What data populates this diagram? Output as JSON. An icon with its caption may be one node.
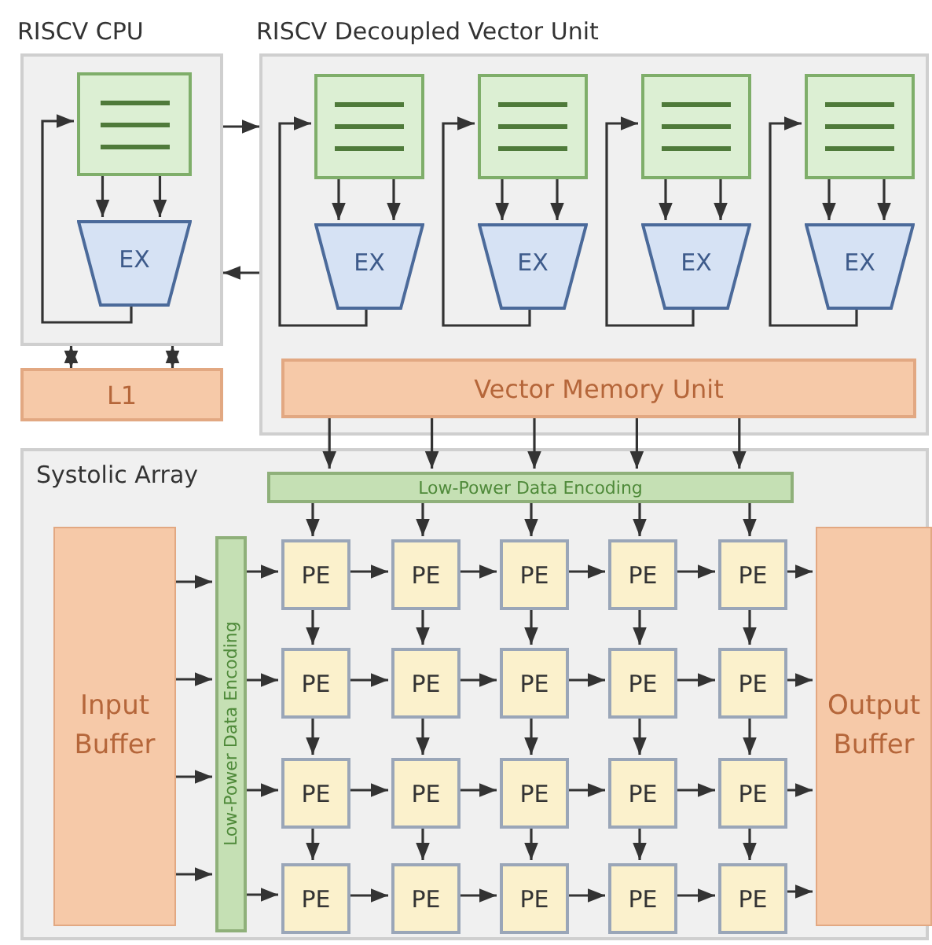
{
  "diagram": {
    "nodes": [
      {
        "text": [
          "RISCV CPU"
        ]
      },
      {
        "text": [],
        "shape": "box",
        "in": 0
      },
      {
        "text": [
          "EX"
        ],
        "in": 0
      },
      {
        "text": [
          "L1"
        ]
      },
      {
        "text": [
          "RISCV Decoupled Vector Unit"
        ]
      },
      {
        "text": [],
        "shape": "box",
        "in": 4
      },
      {
        "text": [
          "EX"
        ],
        "in": 4
      },
      {
        "text": [],
        "shape": "box",
        "in": 4
      },
      {
        "text": [
          "EX"
        ],
        "in": 4
      },
      {
        "text": [],
        "shape": "box",
        "in": 4
      },
      {
        "text": [
          "EX"
        ],
        "in": 4
      },
      {
        "text": [],
        "shape": "box",
        "in": 4
      },
      {
        "text": [
          "EX"
        ],
        "in": 4
      },
      {
        "text": [
          "Vector Memory Unit"
        ],
        "in": 4
      },
      {
        "text": [
          "Systolic Array"
        ]
      },
      {
        "text": [
          "Low-Power Data Encoding"
        ],
        "in": 14
      },
      {
        "text": [
          "Input Buffer"
        ],
        "in": 14
      },
      {
        "text": [
          "Low-Power Data Encoding"
        ],
        "in": 14
      },
      {
        "text": [
          "PE"
        ],
        "in": 14
      },
      {
        "text": [
          "PE"
        ],
        "in": 14
      },
      {
        "text": [
          "PE"
        ],
        "in": 14
      },
      {
        "text": [
          "PE"
        ],
        "in": 14
      },
      {
        "text": [
          "PE"
        ],
        "in": 14
      },
      {
        "text": [
          "PE"
        ],
        "in": 14
      },
      {
        "text": [
          "PE"
        ],
        "in": 14
      },
      {
        "text": [
          "PE"
        ],
        "in": 14
      },
      {
        "text": [
          "PE"
        ],
        "in": 14
      },
      {
        "text": [
          "PE"
        ],
        "in": 14
      },
      {
        "text": [
          "PE"
        ],
        "in": 14
      },
      {
        "text": [
          "PE"
        ],
        "in": 14
      },
      {
        "text": [
          "PE"
        ],
        "in": 14
      },
      {
        "text": [
          "PE"
        ],
        "in": 14
      },
      {
        "text": [
          "PE"
        ],
        "in": 14
      },
      {
        "text": [
          "PE"
        ],
        "in": 14
      },
      {
        "text": [
          "PE"
        ],
        "in": 14
      },
      {
        "text": [
          "PE"
        ],
        "in": 14
      },
      {
        "text": [
          "PE"
        ],
        "in": 14
      },
      {
        "text": [
          "PE"
        ],
        "in": 14
      },
      {
        "text": [
          "Output Buffer"
        ],
        "in": 14
      }
    ],
    "edges": [
      {
        "from": 1,
        "to": 2,
        "arrow": "to"
      },
      {
        "from": 1,
        "to": 2,
        "arrow": "to"
      },
      {
        "from": 2,
        "to": 1,
        "arrow": "to"
      },
      {
        "from": 0,
        "to": 3,
        "arrow": "both"
      },
      {
        "from": 0,
        "to": 3,
        "arrow": "both"
      },
      {
        "from": 0,
        "to": 4,
        "arrow": "to"
      },
      {
        "from": 4,
        "to": 0,
        "arrow": "to"
      },
      {
        "from": 5,
        "to": 6,
        "arrow": "to"
      },
      {
        "from": 5,
        "to": 6,
        "arrow": "to"
      },
      {
        "from": 6,
        "to": 5,
        "arrow": "to"
      },
      {
        "from": 7,
        "to": 8,
        "arrow": "to"
      },
      {
        "from": 7,
        "to": 8,
        "arrow": "to"
      },
      {
        "from": 8,
        "to": 7,
        "arrow": "to"
      },
      {
        "from": 9,
        "to": 10,
        "arrow": "to"
      },
      {
        "from": 9,
        "to": 10,
        "arrow": "to"
      },
      {
        "from": 10,
        "to": 9,
        "arrow": "to"
      },
      {
        "from": 11,
        "to": 12,
        "arrow": "to"
      },
      {
        "from": 11,
        "to": 12,
        "arrow": "to"
      },
      {
        "from": 12,
        "to": 11,
        "arrow": "to"
      },
      {
        "from": 13,
        "to": 15,
        "arrow": "to"
      },
      {
        "from": 13,
        "to": 15,
        "arrow": "to"
      },
      {
        "from": 13,
        "to": 15,
        "arrow": "to"
      },
      {
        "from": 13,
        "to": 15,
        "arrow": "to"
      },
      {
        "from": 13,
        "to": 15,
        "arrow": "to"
      },
      {
        "from": 15,
        "to": 18,
        "arrow": "to"
      },
      {
        "from": 15,
        "to": 19,
        "arrow": "to"
      },
      {
        "from": 15,
        "to": 20,
        "arrow": "to"
      },
      {
        "from": 15,
        "to": 21,
        "arrow": "to"
      },
      {
        "from": 15,
        "to": 22,
        "arrow": "to"
      },
      {
        "from": 16,
        "to": 17,
        "arrow": "to"
      },
      {
        "from": 16,
        "to": 17,
        "arrow": "to"
      },
      {
        "from": 16,
        "to": 17,
        "arrow": "to"
      },
      {
        "from": 16,
        "to": 17,
        "arrow": "to"
      },
      {
        "from": 17,
        "to": 18,
        "arrow": "to"
      },
      {
        "from": 17,
        "to": 23,
        "arrow": "to"
      },
      {
        "from": 17,
        "to": 28,
        "arrow": "to"
      },
      {
        "from": 17,
        "to": 33,
        "arrow": "to"
      },
      {
        "from": 18,
        "to": 19,
        "arrow": "to"
      },
      {
        "from": 19,
        "to": 20,
        "arrow": "to"
      },
      {
        "from": 20,
        "to": 21,
        "arrow": "to"
      },
      {
        "from": 21,
        "to": 22,
        "arrow": "to"
      },
      {
        "from": 23,
        "to": 24,
        "arrow": "to"
      },
      {
        "from": 24,
        "to": 25,
        "arrow": "to"
      },
      {
        "from": 25,
        "to": 26,
        "arrow": "to"
      },
      {
        "from": 26,
        "to": 27,
        "arrow": "to"
      },
      {
        "from": 28,
        "to": 29,
        "arrow": "to"
      },
      {
        "from": 29,
        "to": 30,
        "arrow": "to"
      },
      {
        "from": 30,
        "to": 31,
        "arrow": "to"
      },
      {
        "from": 31,
        "to": 32,
        "arrow": "to"
      },
      {
        "from": 33,
        "to": 34,
        "arrow": "to"
      },
      {
        "from": 34,
        "to": 35,
        "arrow": "to"
      },
      {
        "from": 35,
        "to": 36,
        "arrow": "to"
      },
      {
        "from": 36,
        "to": 37,
        "arrow": "to"
      },
      {
        "from": 18,
        "to": 23,
        "arrow": "to"
      },
      {
        "from": 19,
        "to": 24,
        "arrow": "to"
      },
      {
        "from": 20,
        "to": 25,
        "arrow": "to"
      },
      {
        "from": 21,
        "to": 26,
        "arrow": "to"
      },
      {
        "from": 22,
        "to": 27,
        "arrow": "to"
      },
      {
        "from": 23,
        "to": 28,
        "arrow": "to"
      },
      {
        "from": 24,
        "to": 29,
        "arrow": "to"
      },
      {
        "from": 25,
        "to": 30,
        "arrow": "to"
      },
      {
        "from": 26,
        "to": 31,
        "arrow": "to"
      },
      {
        "from": 27,
        "to": 32,
        "arrow": "to"
      },
      {
        "from": 28,
        "to": 33,
        "arrow": "to"
      },
      {
        "from": 29,
        "to": 34,
        "arrow": "to"
      },
      {
        "from": 30,
        "to": 35,
        "arrow": "to"
      },
      {
        "from": 31,
        "to": 36,
        "arrow": "to"
      },
      {
        "from": 32,
        "to": 37,
        "arrow": "to"
      },
      {
        "from": 22,
        "to": 38,
        "arrow": "to"
      },
      {
        "from": 27,
        "to": 38,
        "arrow": "to"
      },
      {
        "from": 32,
        "to": 38,
        "arrow": "to"
      },
      {
        "from": 37,
        "to": 38,
        "arrow": "to"
      }
    ]
  }
}
